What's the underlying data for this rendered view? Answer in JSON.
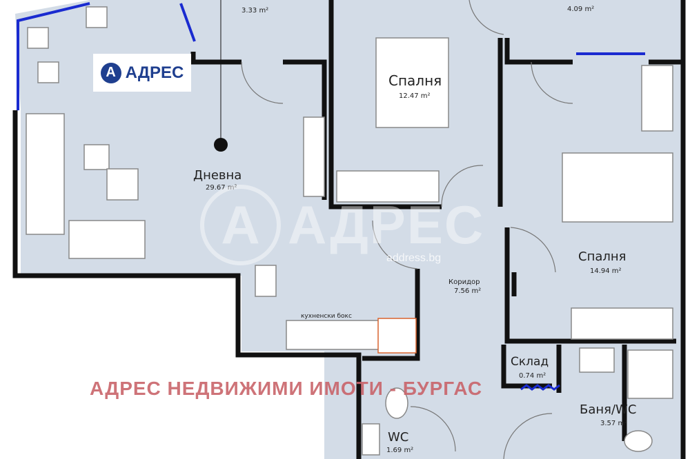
{
  "rooms": {
    "terrace_left": {
      "area": "3.33 m²"
    },
    "terrace_right": {
      "area": "4.09 m²"
    },
    "bedroom_1": {
      "name": "Спалня",
      "area": "12.47 m²"
    },
    "living": {
      "name": "Дневна",
      "area": "29.67 m²"
    },
    "bedroom_2": {
      "name": "Спалня",
      "area": "14.94 m²"
    },
    "corridor": {
      "name": "Коридор",
      "area": "7.56 m²"
    },
    "kitchen": {
      "name": "кухненски бокс"
    },
    "storage": {
      "name": "Склад",
      "area": "0.74 m²"
    },
    "bathroom": {
      "name": "Баня/WC",
      "area": "3.57 m²"
    },
    "wc": {
      "name": "WC",
      "area": "1.69 m²"
    }
  },
  "branding": {
    "logo_letter": "A",
    "logo_text": "АДРЕС",
    "watermark_text": "АДРЕС",
    "watermark_url": "address.bg",
    "banner": "АДРЕС НЕДВИЖИМИ ИМОТИ - БУРГАС"
  },
  "colors": {
    "floor": "#d3dce7",
    "wall": "#111111",
    "window": "#1a2bd0",
    "banner": "#c9646a",
    "brand": "#1f3f8f"
  }
}
